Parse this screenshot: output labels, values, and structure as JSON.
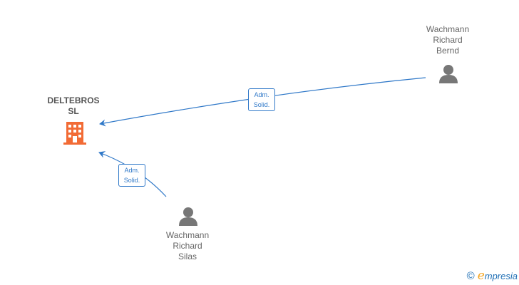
{
  "company": {
    "lines": [
      "DELTEBROS",
      "SL"
    ],
    "icon": "building-icon",
    "color": "#f26b35"
  },
  "persons": [
    {
      "id": "p1",
      "lines": [
        "Wachmann",
        "Richard",
        "Bernd"
      ],
      "icon": "person-icon",
      "color": "#777777"
    },
    {
      "id": "p2",
      "lines": [
        "Wachmann",
        "Richard",
        "Silas"
      ],
      "icon": "person-icon",
      "color": "#777777"
    }
  ],
  "edges": [
    {
      "from": "p1",
      "to": "company",
      "lines": [
        "Adm.",
        "Solid."
      ]
    },
    {
      "from": "p2",
      "to": "company",
      "lines": [
        "Adm.",
        "Solid."
      ]
    }
  ],
  "edge_color": "#2f78c8",
  "watermark": {
    "symbol": "©",
    "brand_initial": "e",
    "brand_rest": "mpresia"
  }
}
